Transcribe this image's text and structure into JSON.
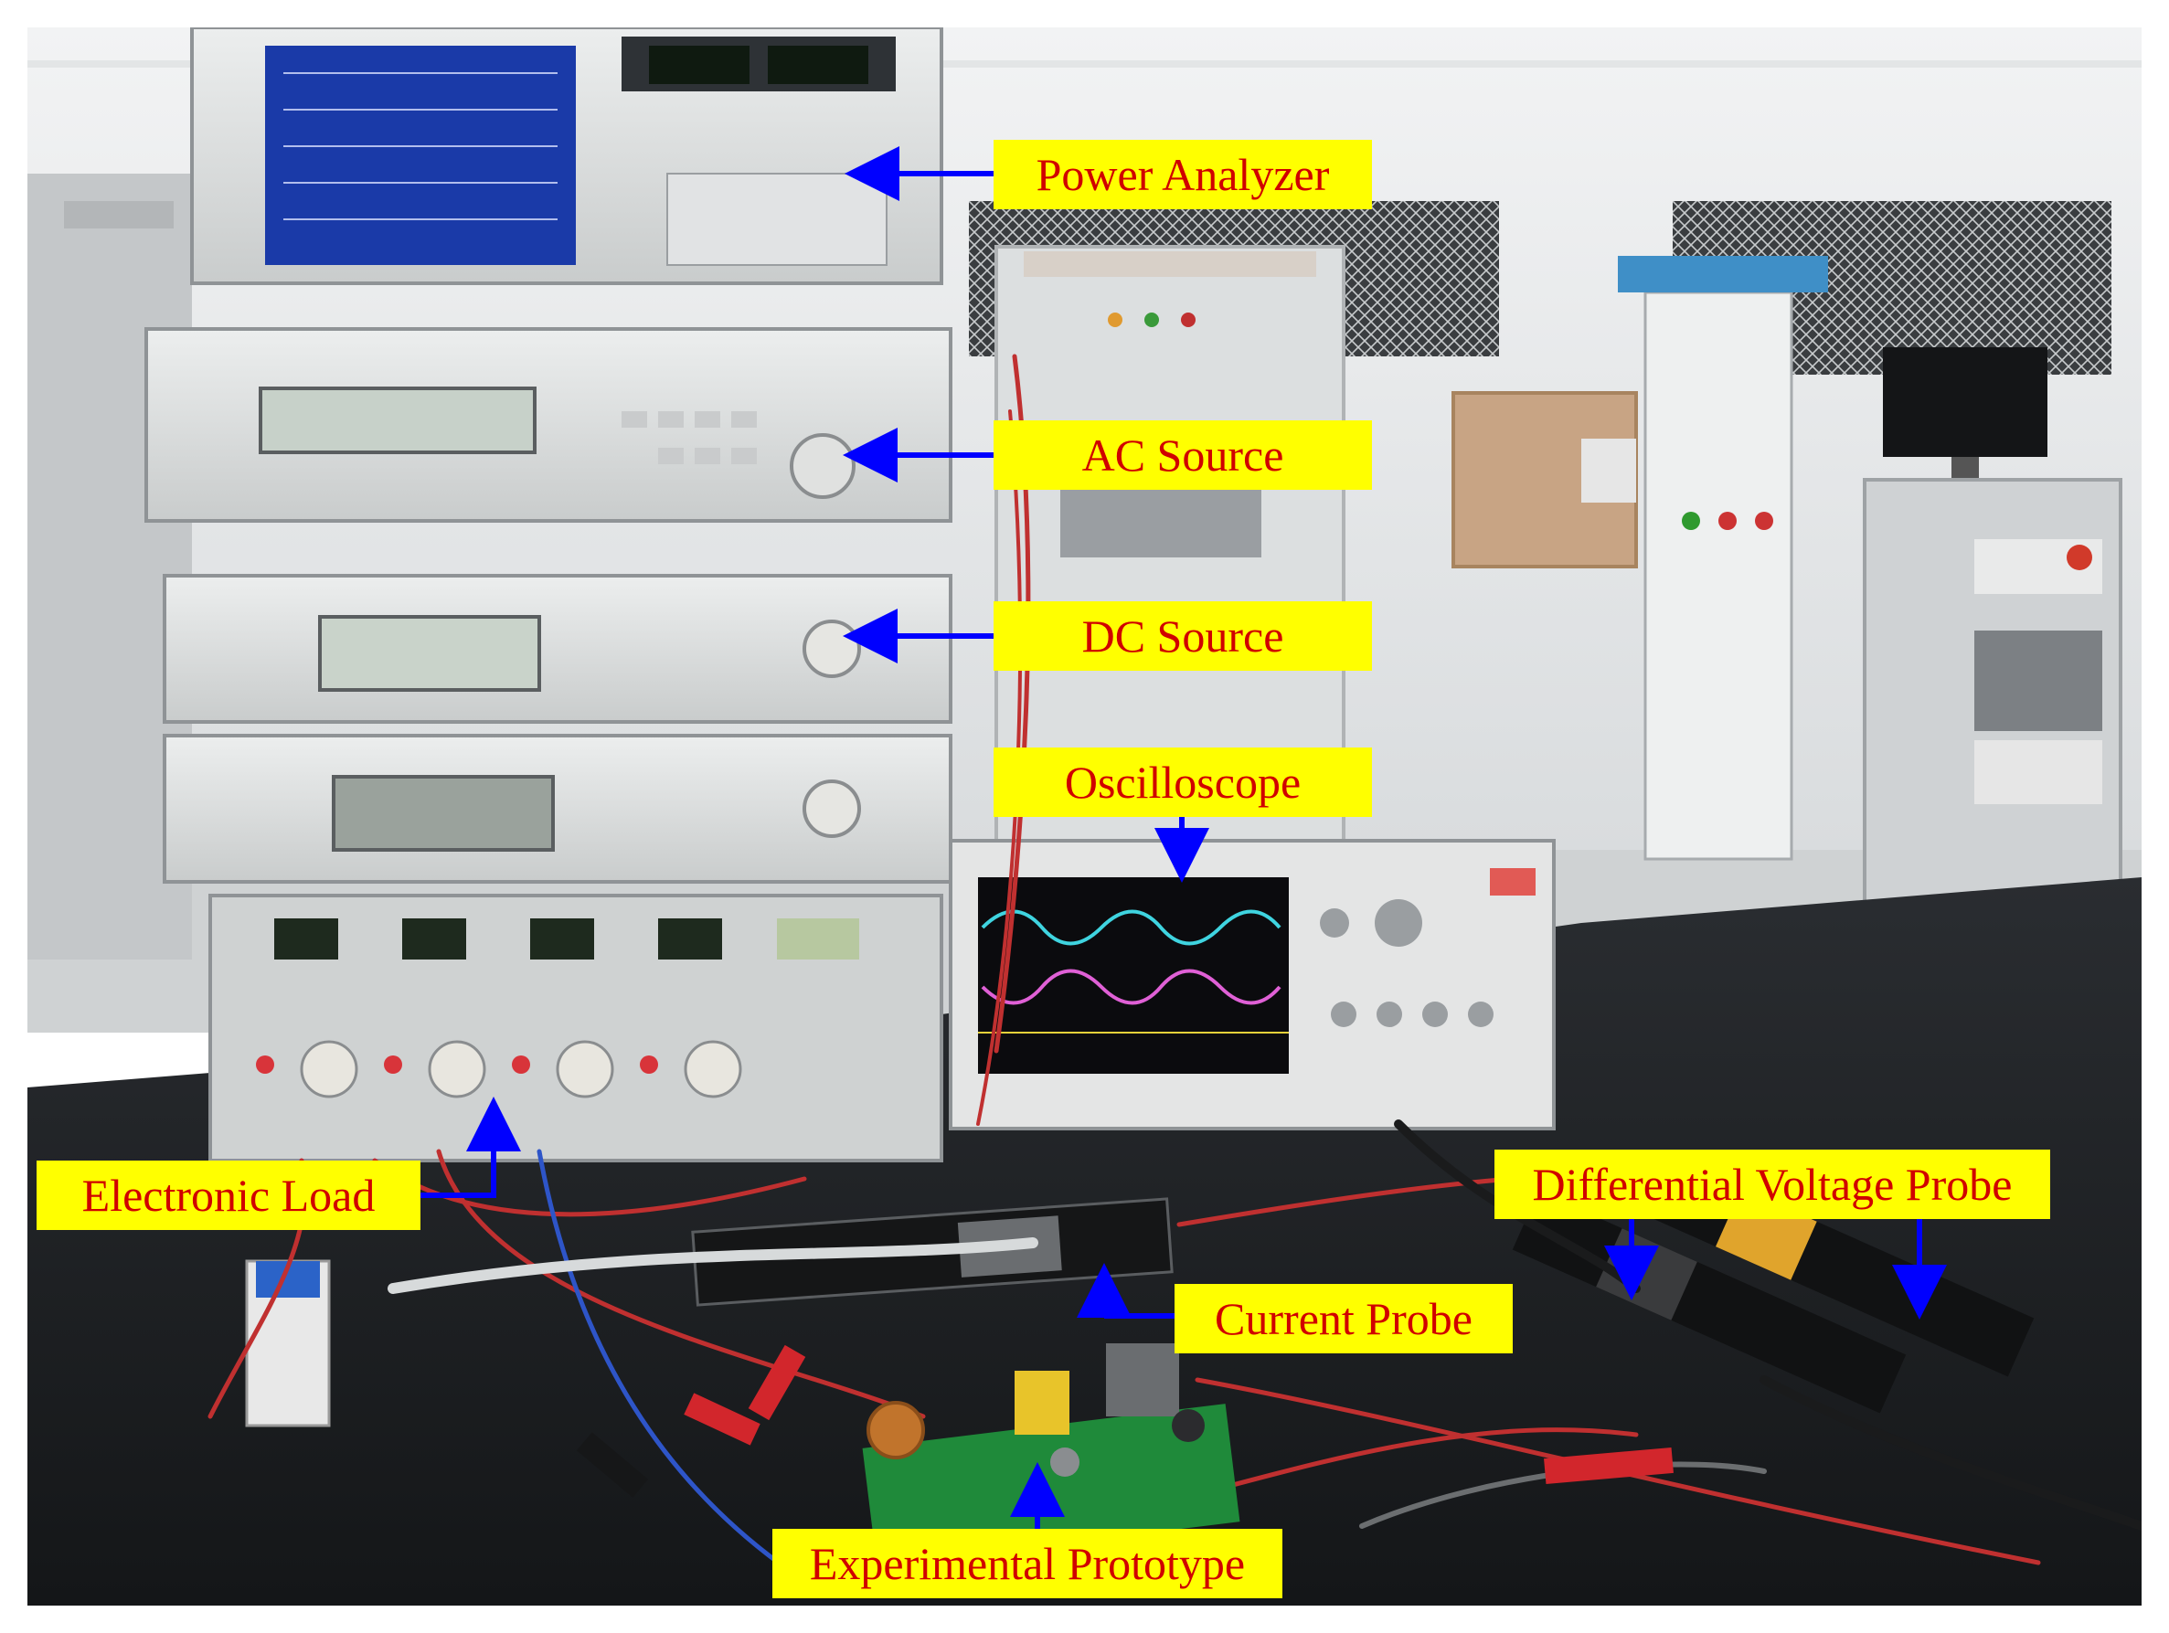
{
  "labels": {
    "power_analyzer": "Power Analyzer",
    "ac_source": "AC Source",
    "dc_source": "DC Source",
    "oscilloscope": "Oscilloscope",
    "electronic_load": "Electronic Load",
    "differential_voltage_probe": "Differential Voltage Probe",
    "current_probe": "Current Probe",
    "experimental_prototype": "Experimental Prototype"
  },
  "colors": {
    "label_background": "#ffff00",
    "label_text": "#d00000",
    "arrow": "#0000ff"
  }
}
